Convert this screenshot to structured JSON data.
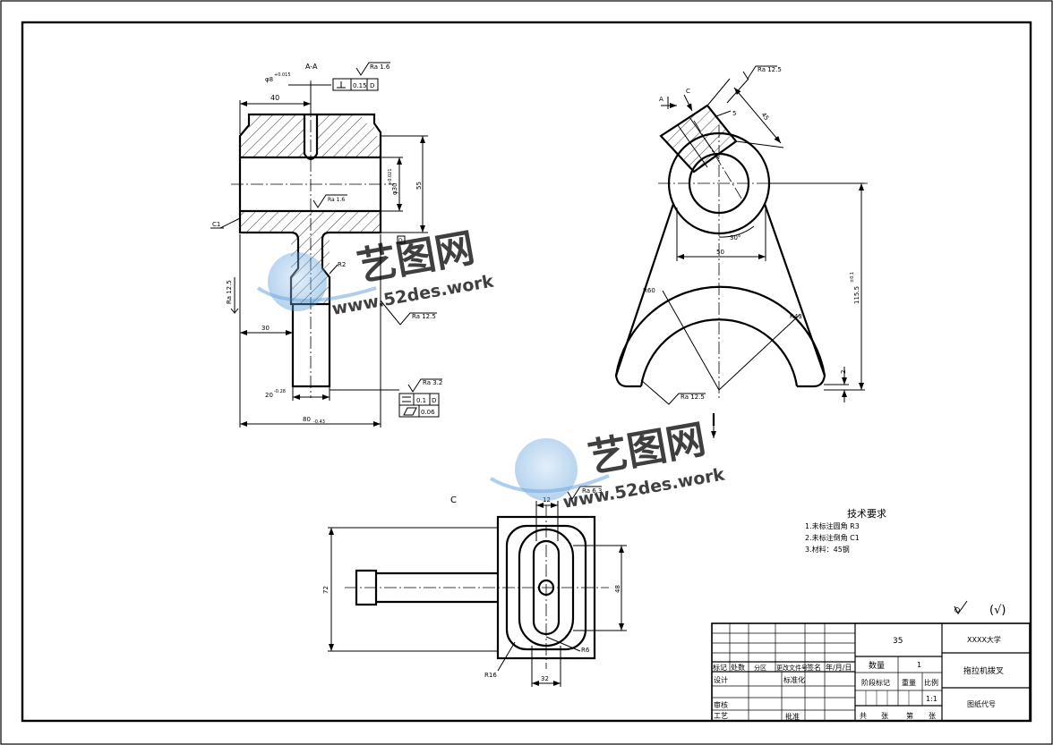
{
  "section_label": "A-A",
  "view_c_label": "C",
  "view_c_arrow_label": "C",
  "arrow_label_a": "A",
  "dims": {
    "d40": "40",
    "d8": "φ8",
    "d8_tol": "+0.015",
    "d30": "φ30",
    "d30_tol": "+0.021",
    "d55": "55",
    "d30b": "30",
    "d20": "20",
    "d20_tol": "-0.28",
    "d80": "80",
    "d80_tol": "-0.43",
    "d50": "50",
    "d115": "115.5",
    "d115_tol": "±0.1",
    "d2": "2",
    "d5": "5",
    "d12": "12",
    "d72": "72",
    "d48": "48",
    "d32": "32",
    "r2": "R2",
    "r6": "R6",
    "r16": "R16",
    "r60": "R60",
    "r43": "R43",
    "c1": "C1",
    "ang30": "30°",
    "d45": "45"
  },
  "roughness": {
    "top": "Ra 1.6",
    "bore": "Ra 1.6",
    "left": "Ra 12.5",
    "right": "Ra 12.5",
    "foot": "Ra 3.2",
    "side_top": "Ra 12.5",
    "side_bottom": "Ra 12.5",
    "c_view": "Ra 6.3"
  },
  "tolerance_frames": {
    "perp_value": "0.15",
    "perp_ref": "D",
    "par_value": "0.1",
    "par_ref": "D",
    "flat_value": "0.06",
    "datum": "D"
  },
  "tech": {
    "title": "技术要求",
    "items": [
      "1.未标注圆角 R3",
      "2.未标注倒角 C1",
      "3.材料：45钢"
    ]
  },
  "other_roughness": "(√)",
  "title_block": {
    "mark_label": "标记",
    "zones_label": "处数",
    "zone_val": "分区",
    "change_doc": "更改文件号",
    "sign": "签名",
    "date": "年/月/日",
    "design": "设计",
    "standard": "标准化",
    "review": "审核",
    "process": "工艺",
    "approve": "批准",
    "material": "35",
    "quantity": "数量",
    "quantity_val": "1",
    "stage": "阶段标记",
    "weight": "重量",
    "scale": "比例",
    "scale_val": "1:1",
    "total": "共",
    "sheets": "张",
    "page": "第",
    "sheets2": "张",
    "school": "XXXX大学",
    "part_name": "拖拉机拨叉",
    "drawing_no": "图纸代号"
  },
  "watermark": {
    "brand": "艺图网",
    "url": "www.52des.work"
  }
}
